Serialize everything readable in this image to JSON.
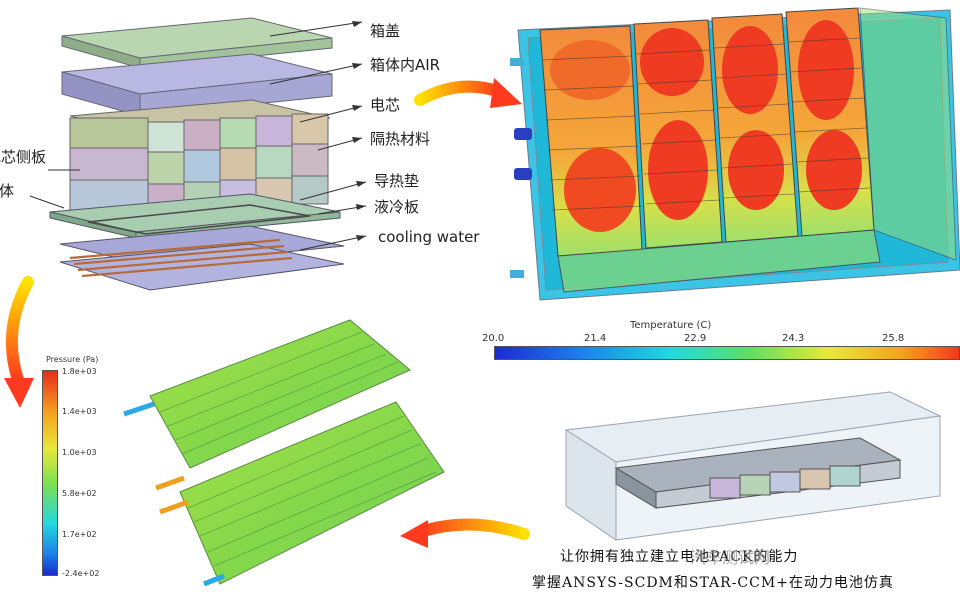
{
  "exploded_view": {
    "labels": {
      "lid": "箱盖",
      "air": "箱体内AIR",
      "cell": "电芯",
      "insulation": "隔热材料",
      "cell_side_plate": "电芯侧板",
      "box": "箱体",
      "thermal_pad": "导热垫",
      "cold_plate": "液冷板",
      "cooling_water": "cooling water"
    }
  },
  "temperature_plot": {
    "colorbar_title": "Temperature (C)",
    "ticks": [
      "20.0",
      "21.4",
      "22.9",
      "24.3",
      "25.8"
    ]
  },
  "pressure_plot": {
    "colorbar_title": "Pressure (Pa)",
    "ticks": [
      "1.8e+03",
      "1.4e+03",
      "1.0e+03",
      "5.8e+02",
      "1.7e+02",
      "-2.4e+02"
    ]
  },
  "caption": {
    "line1": "让你拥有独立建立电池PACK的能力",
    "line2": "掌握ANSYS-SCDM和STAR-CCM+在动力电池仿真"
  },
  "watermark": "汽车测试网",
  "colors": {
    "arrow_start": "#ffd400",
    "arrow_end": "#ff3b1f",
    "lid": "#a9c9a3",
    "air": "#a9a9d6",
    "cold_plate": "#9dbfa6"
  }
}
